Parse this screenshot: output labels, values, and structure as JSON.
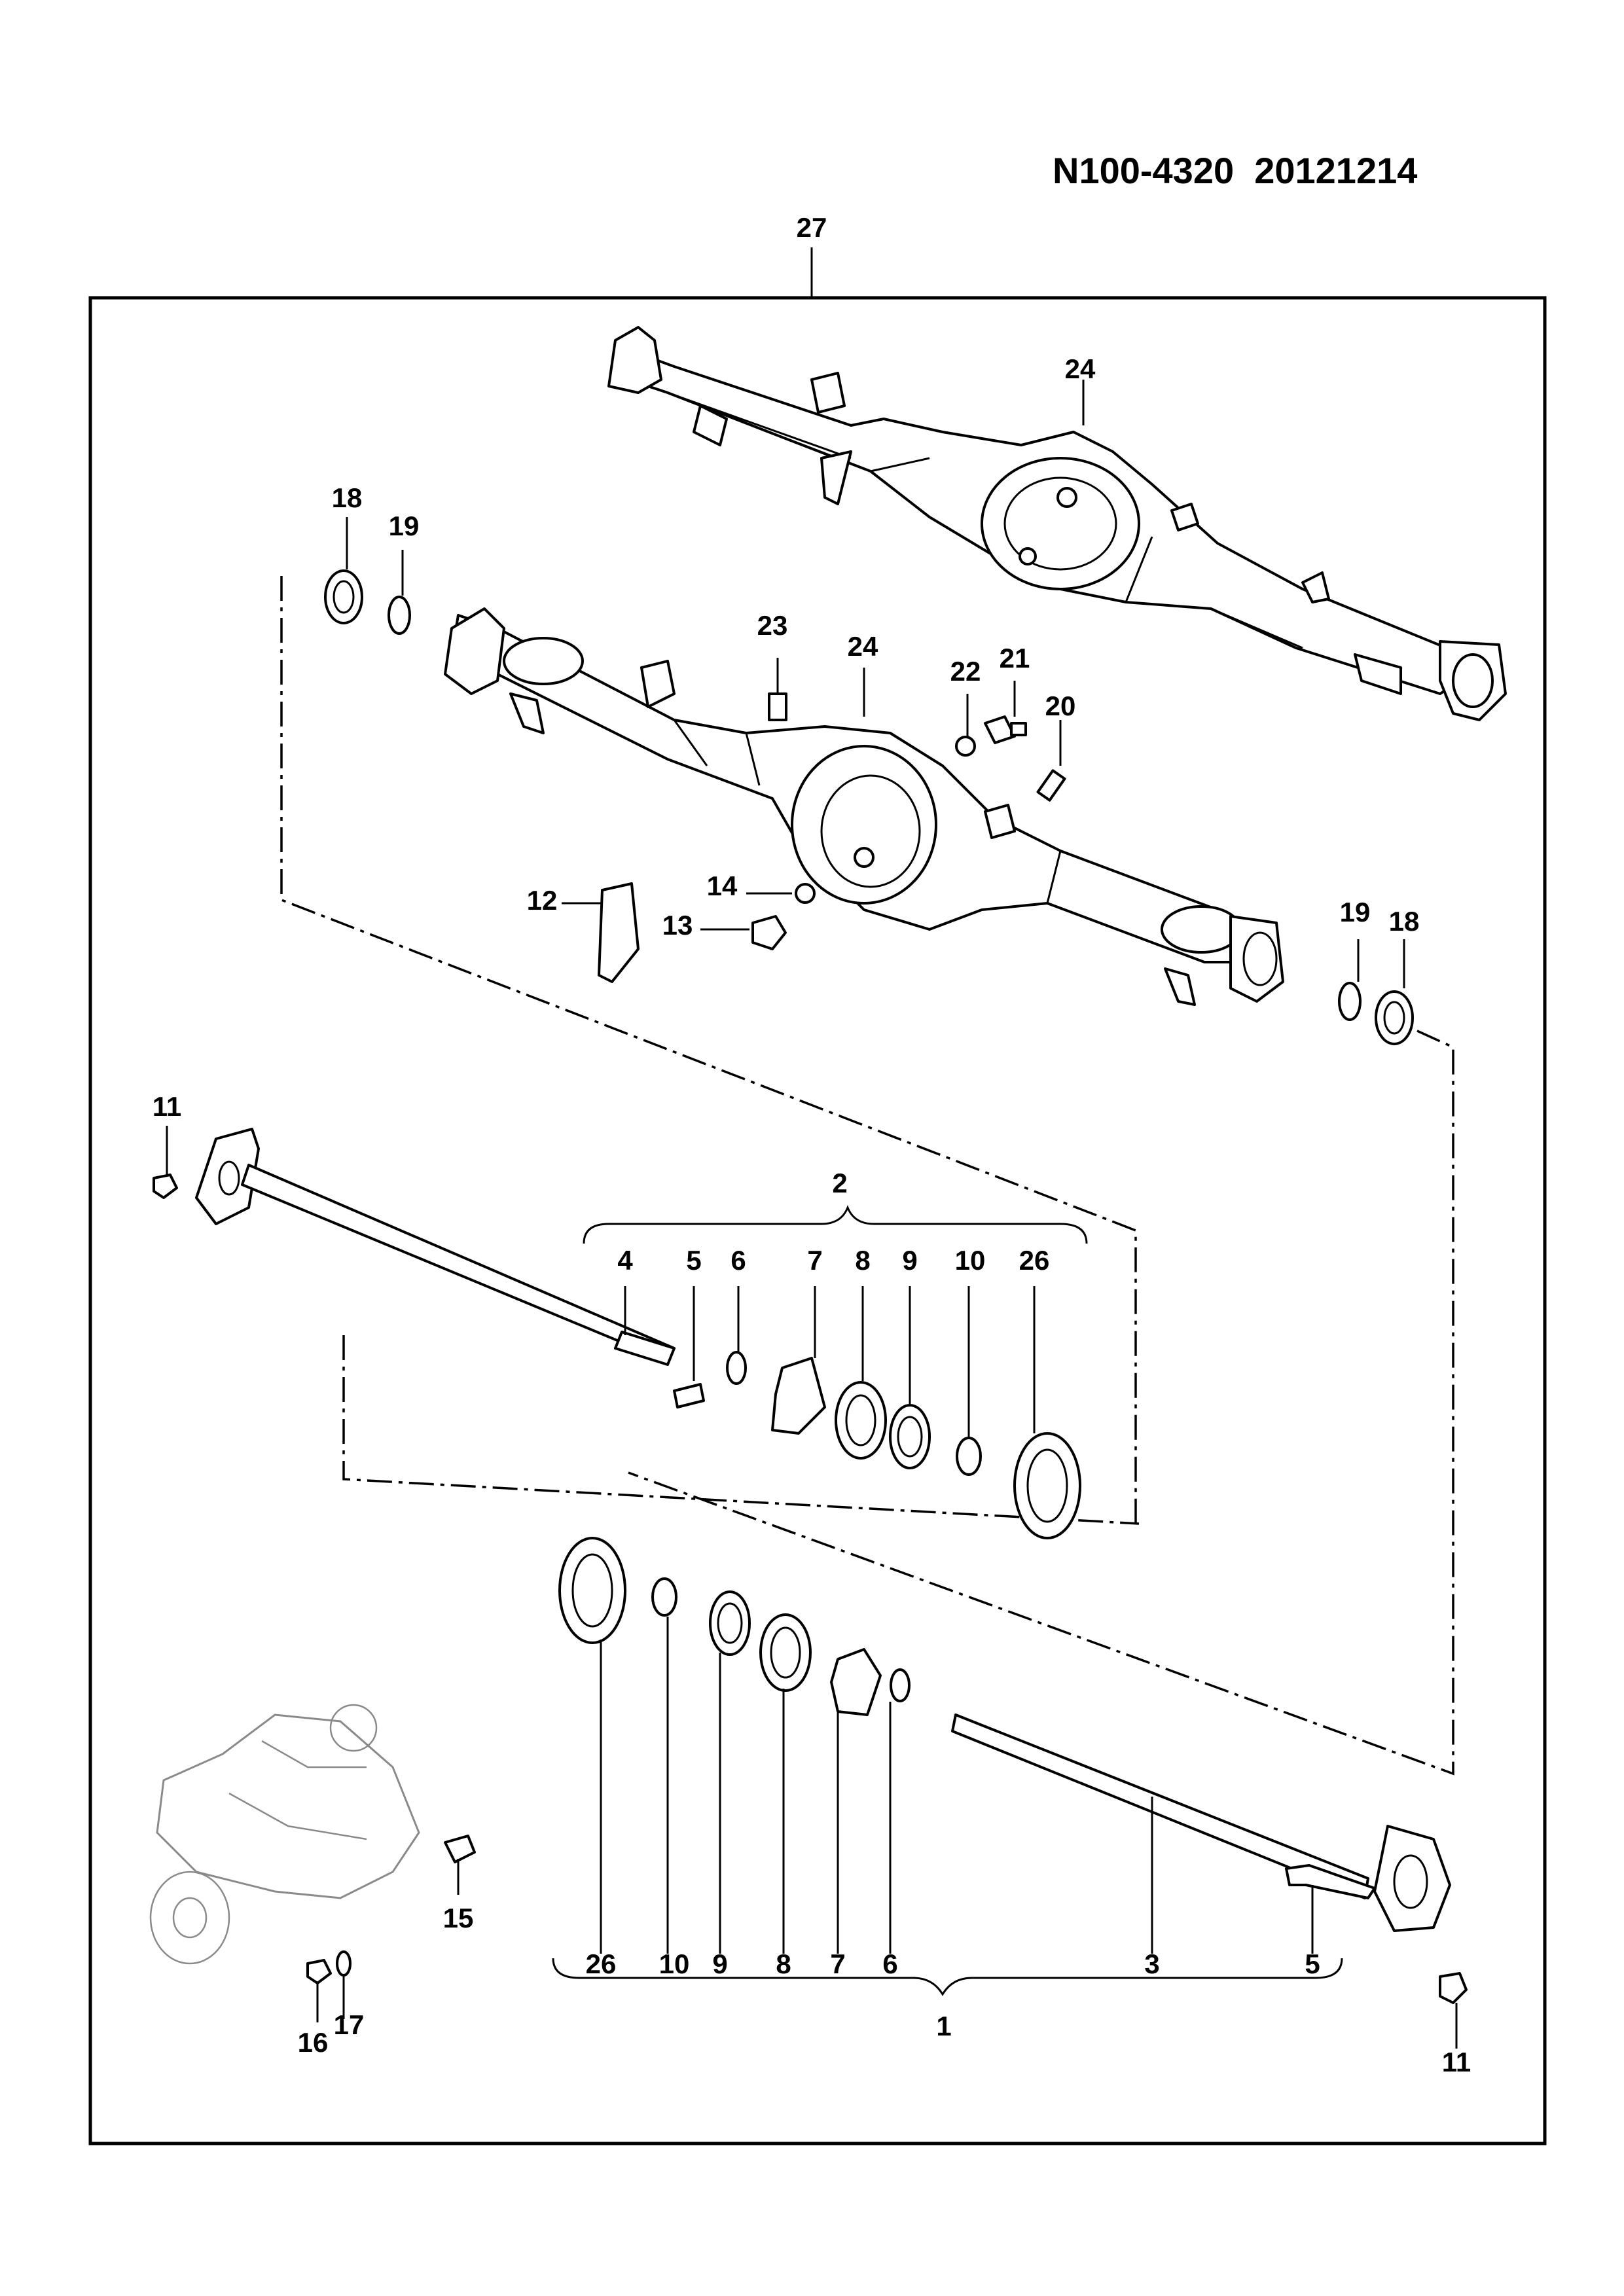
{
  "document": {
    "code": "N100-4320  20121214"
  },
  "callouts": {
    "c1": "1",
    "c2": "2",
    "c3": "3",
    "c4": "4",
    "c5a": "5",
    "c5b": "5",
    "c6a": "6",
    "c6b": "6",
    "c7a": "7",
    "c7b": "7",
    "c8a": "8",
    "c8b": "8",
    "c9a": "9",
    "c9b": "9",
    "c10a": "10",
    "c10b": "10",
    "c11a": "11",
    "c11b": "11",
    "c12": "12",
    "c13": "13",
    "c14": "14",
    "c15": "15",
    "c16": "16",
    "c17": "17",
    "c18a": "18",
    "c18b": "18",
    "c19a": "19",
    "c19b": "19",
    "c20": "20",
    "c21": "21",
    "c22": "22",
    "c23": "23",
    "c24a": "24",
    "c24b": "24",
    "c26a": "26",
    "c26b": "26",
    "c27": "27"
  }
}
